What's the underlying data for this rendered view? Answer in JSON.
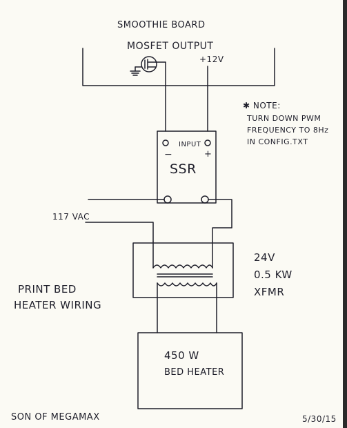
{
  "labels": {
    "board_title": "SMOOTHIE BOARD",
    "board_output": "MOSFET OUTPUT",
    "plus12v": "+12V",
    "note_title": "✱ NOTE:",
    "note_line1": "TURN DOWN PWM",
    "note_line2": "FREQUENCY TO 8Hz",
    "note_line3": "IN CONFIG.TXT",
    "ssr_input": "INPUT",
    "ssr_minus": "−",
    "ssr_plus": "+",
    "ssr_name": "SSR",
    "mains": "117 VAC",
    "xfmr_line1": "24V",
    "xfmr_line2": "0.5 KW",
    "xfmr_line3": "XFMR",
    "caption_line1": "PRINT BED",
    "caption_line2": "HEATER WIRING",
    "heater_line1": "450 W",
    "heater_line2": "BED HEATER",
    "footer_left": "SON OF MEGAMAX",
    "footer_right": "5/30/15"
  }
}
